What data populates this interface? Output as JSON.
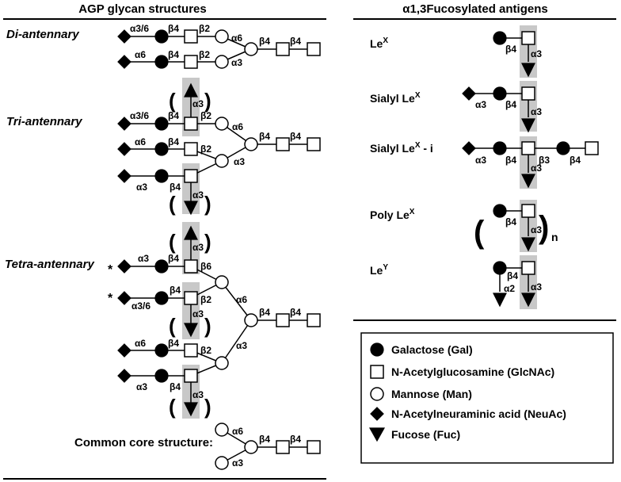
{
  "left_panel": {
    "title": "AGP glycan structures",
    "labels": {
      "di": "Di-antennary",
      "tri": "Tri-antennary",
      "tetra": "Tetra-antennary",
      "core": "Common core structure:"
    },
    "marker": "*",
    "linkages": {
      "a36": "α3/6",
      "a6": "α6",
      "a3": "α3",
      "b4": "β4",
      "b2": "β2",
      "b6": "β6"
    }
  },
  "right_panel": {
    "title": "α1,3Fucosylated antigens",
    "antigens": {
      "lex": {
        "base": "Le",
        "sup": "X"
      },
      "slex": {
        "base": "Sialyl Le",
        "sup": "X"
      },
      "slexi": {
        "base": "Sialyl Le",
        "sup": "X",
        "suffix": " - i"
      },
      "polylex": {
        "base": "Poly Le",
        "sup": "X"
      },
      "ley": {
        "base": "Le",
        "sup": "Y"
      }
    },
    "n": "n",
    "linkages": {
      "a3": "α3",
      "a2": "α2",
      "b4": "β4",
      "b3": "β3"
    }
  },
  "legend": {
    "items": [
      {
        "shape": "filled-circle",
        "label": "Galactose (Gal)"
      },
      {
        "shape": "open-square",
        "label": "N-Acetylglucosamine (GlcNAc)"
      },
      {
        "shape": "open-circle",
        "label": "Mannose (Man)"
      },
      {
        "shape": "filled-diamond",
        "label": "N-Acetylneuraminic acid (NeuAc)"
      },
      {
        "shape": "filled-triangle",
        "label": "Fucose (Fuc)"
      }
    ]
  },
  "colors": {
    "symbol": "#000000",
    "fucose_shading": "#c8c8c8"
  }
}
